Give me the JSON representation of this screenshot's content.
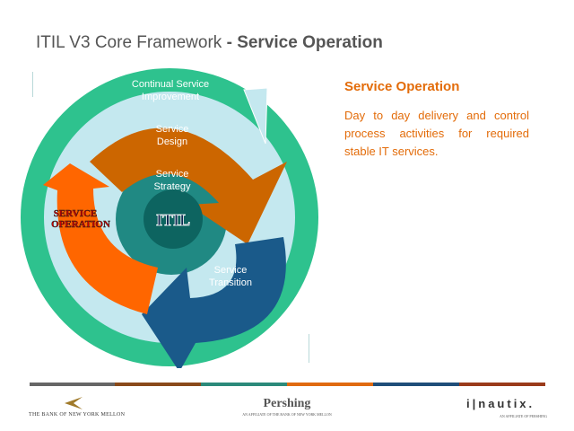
{
  "slide": {
    "title_main": "ITIL V3 Core Framework",
    "title_sep": "-",
    "title_strong": "Service Operation"
  },
  "diagram": {
    "outer_ring_label": [
      "Continual Service",
      "Improvement"
    ],
    "center_label": "ITIL",
    "stages": [
      {
        "id": "design",
        "lines": [
          "Service",
          "Design"
        ],
        "color": "#cc6600"
      },
      {
        "id": "strategy",
        "lines": [
          "Service",
          "Strategy"
        ],
        "color": "#2a8c8a"
      },
      {
        "id": "transition",
        "lines": [
          "Service",
          "Transition"
        ],
        "color": "#1a5a8a"
      },
      {
        "id": "operation",
        "lines": [
          "SERVICE",
          "OPERATION"
        ],
        "color": "#ff6600"
      }
    ],
    "colors": {
      "outer_ring": "#2ec28e",
      "inner_light": "#c4e8ef",
      "core": "#208983",
      "center": "#0d6460"
    }
  },
  "panel": {
    "heading": "Service Operation",
    "body": "Day to day delivery and control process activities for required stable IT services."
  },
  "footer": {
    "bar_colors": [
      "#666666",
      "#8a4a1a",
      "#2b8a7a",
      "#e06a10",
      "#1f4e79",
      "#9a3a1a"
    ],
    "logos": {
      "bny": "THE BANK OF NEW YORK MELLON",
      "pershing_name": "Pershing",
      "pershing_sub": "AN AFFILIATE OF THE BANK OF NEW YORK MELLON",
      "inautix_name": "i|nautix.",
      "inautix_sub": "AN AFFILIATE OF PERSHING"
    }
  }
}
